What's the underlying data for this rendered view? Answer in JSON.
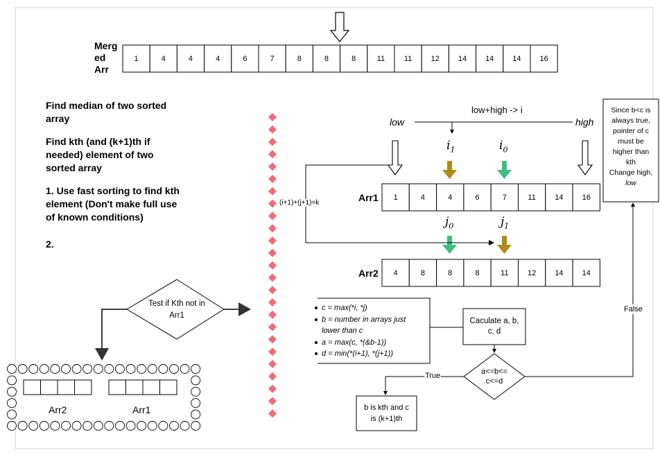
{
  "merged": {
    "label": "Merg\ned\nArr",
    "values": [
      "1",
      "4",
      "4",
      "4",
      "6",
      "7",
      "8",
      "8",
      "8",
      "11",
      "11",
      "12",
      "14",
      "14",
      "14",
      "16"
    ]
  },
  "notes": {
    "title": "Find median of two sorted array",
    "kth": "Find kth (and (k+1)th if needed) element of two sorted array",
    "step1": "1. Use fast sorting to find kth element (Don't make full use of known conditions)",
    "step2": "2."
  },
  "search": {
    "low": "low",
    "high": "high",
    "mid_formula": "low+high -> i",
    "i1": "i",
    "i1_sub": "1",
    "i0": "i",
    "i0_sub": "0",
    "j0": "j",
    "j0_sub": "0",
    "j1": "j",
    "j1_sub": "1",
    "relation": "(i+1)+(j+1)=k"
  },
  "arr1": {
    "label": "Arr1",
    "values": [
      "1",
      "4",
      "4",
      "6",
      "7",
      "11",
      "14",
      "16"
    ]
  },
  "arr2": {
    "label": "Arr2",
    "values": [
      "4",
      "8",
      "8",
      "8",
      "11",
      "12",
      "14",
      "14"
    ]
  },
  "side_note": [
    "Since b<c is",
    "always true,",
    "pointer of c",
    "must be",
    "higher than",
    "kth",
    "Change high,",
    "low"
  ],
  "bullets": [
    "c = max(*i, *j)",
    "b = number in arrays just",
    "lower than c",
    "a = max(c, *(&b-1))",
    "d = min(*(i+1), *(j+1))"
  ],
  "flow": {
    "calc": [
      "Caculate a, b,",
      "c, d"
    ],
    "cond": [
      "a<=b<=",
      "c<=d"
    ],
    "true_label": "True",
    "false_label": "False",
    "result": [
      "b is kth and c",
      "is (k+1)th"
    ]
  },
  "test": {
    "text": [
      "Test if Kth not in",
      "Arr1"
    ]
  },
  "mini": {
    "arr2": "Arr2",
    "arr1": "Arr1"
  },
  "colors": {
    "gold": "#b08a1a",
    "green": "#3fbf7f",
    "red": "#f06c74",
    "line": "#000000"
  }
}
